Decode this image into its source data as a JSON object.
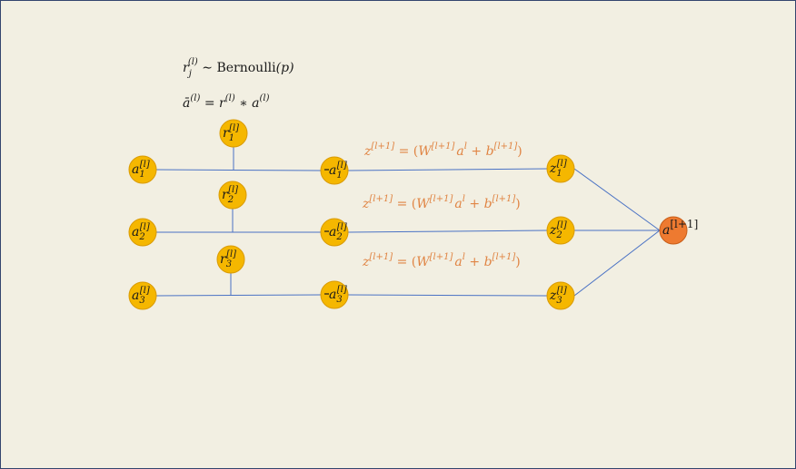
{
  "colors": {
    "background": "#f2efe2",
    "border": "#33456e",
    "line": "#4a72c4",
    "node_fill": "#f5b700",
    "node_stroke": "#d99a00",
    "output_fill": "#ee7a30",
    "output_stroke": "#c75d18",
    "equation_color": "#e08443"
  },
  "equations": {
    "bernoulli": {
      "var": "r",
      "sub": "j",
      "sup": "(l)",
      "op": " ∼ ",
      "dist": "Bernoulli",
      "arg": "(p)"
    },
    "dropout": {
      "lhs": "ā",
      "lhs_sup": "(l)",
      "eq": " = ",
      "r": "r",
      "r_sup": "(l)",
      "op": " ∗ ",
      "a": "a",
      "a_sup": "(l)"
    },
    "z_equation": {
      "z": "z",
      "z_sup": "[l+1]",
      "eq": " = (",
      "W": "W",
      "W_sup": "[l+1]",
      "a": "a",
      "a_sup": "l",
      "plus": " + ",
      "b": "b",
      "b_sup": "[l+1]",
      "close": ")"
    }
  },
  "nodes": {
    "inputs": [
      {
        "base": "a",
        "sub": "1",
        "sup": "[l]"
      },
      {
        "base": "a",
        "sub": "2",
        "sup": "[l]"
      },
      {
        "base": "a",
        "sub": "3",
        "sup": "[l]"
      }
    ],
    "masks": [
      {
        "base": "r",
        "sub": "1",
        "sup": "[l]"
      },
      {
        "base": "r",
        "sub": "2",
        "sup": "[l]"
      },
      {
        "base": "r",
        "sub": "3",
        "sup": "[l]"
      }
    ],
    "dropped": [
      {
        "base": "a",
        "sub": "1",
        "sup": "[l]"
      },
      {
        "base": "a",
        "sub": "2",
        "sup": "[l]"
      },
      {
        "base": "a",
        "sub": "3",
        "sup": "[l]"
      }
    ],
    "z": [
      {
        "base": "z",
        "sub": "1",
        "sup": "[l]"
      },
      {
        "base": "z",
        "sub": "2",
        "sup": "[l]"
      },
      {
        "base": "z",
        "sub": "3",
        "sup": "[l]"
      }
    ],
    "output": {
      "base": "a",
      "sup": "[l+1]"
    }
  }
}
